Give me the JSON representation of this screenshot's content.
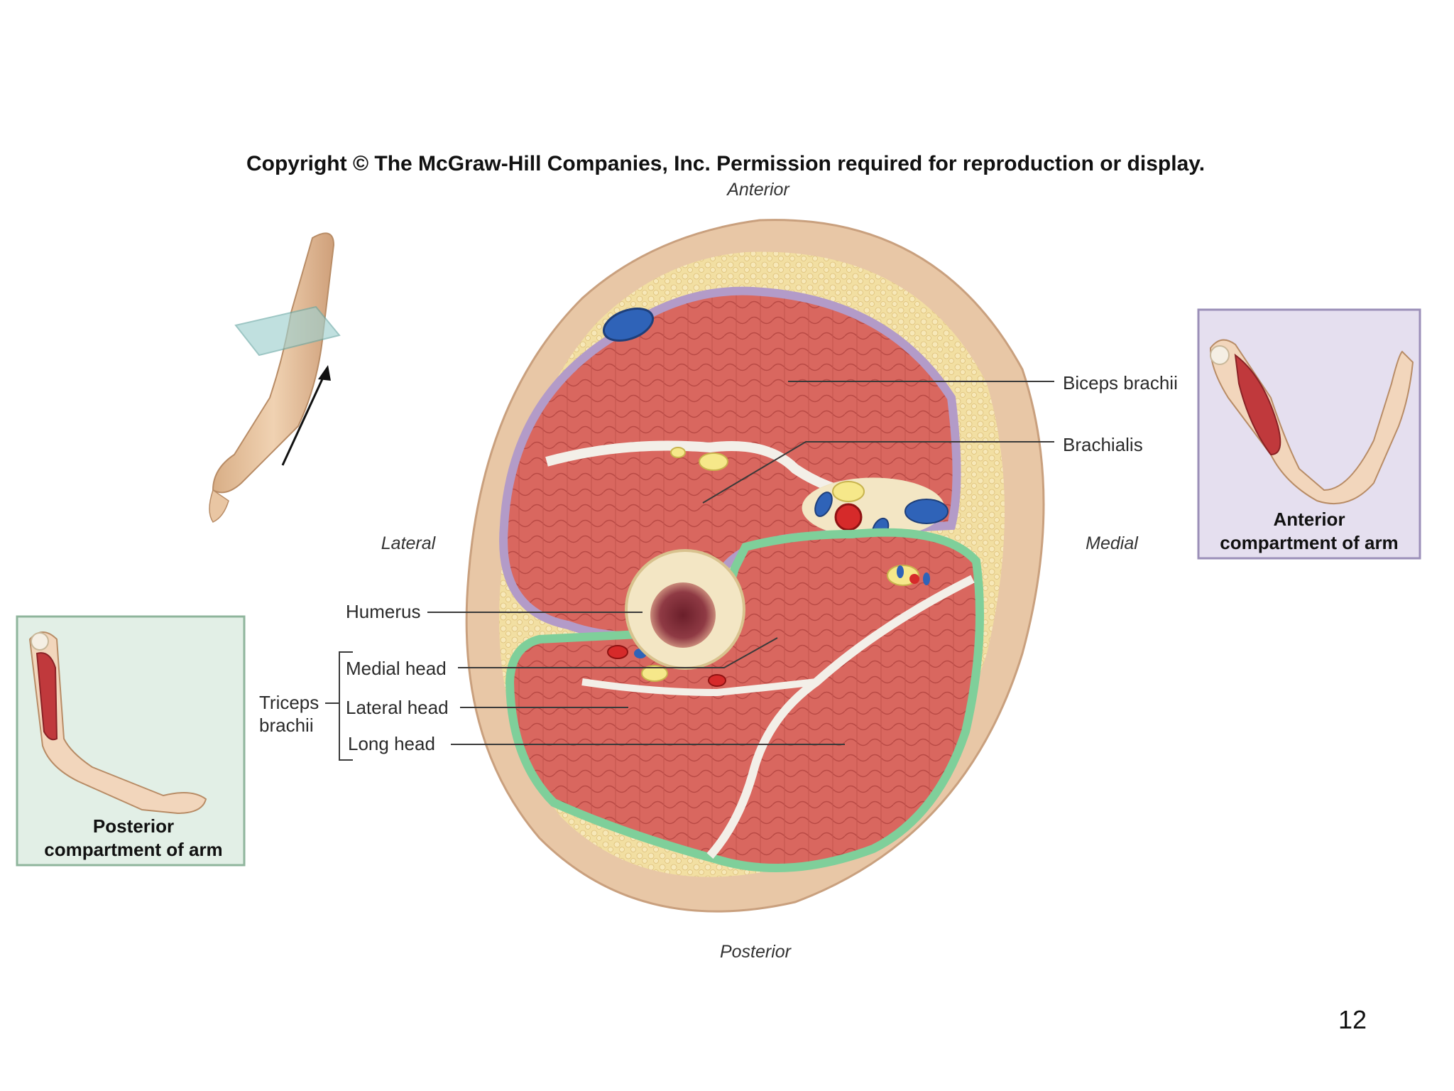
{
  "header": {
    "copyright": "Copyright © The McGraw-Hill Companies, Inc. Permission required for reproduction or display."
  },
  "orientation": {
    "anterior": "Anterior",
    "posterior": "Posterior",
    "lateral": "Lateral",
    "medial": "Medial"
  },
  "labels": {
    "biceps": "Biceps brachii",
    "brachialis": "Brachialis",
    "humerus": "Humerus",
    "triceps_line1": "Triceps",
    "triceps_line2": "brachii",
    "medial_head": "Medial head",
    "lateral_head": "Lateral head",
    "long_head": "Long  head"
  },
  "anterior_box": {
    "line1": "Anterior",
    "line2": "compartment of arm"
  },
  "posterior_box": {
    "line1": "Posterior",
    "line2": "compartment of arm"
  },
  "page_number": "12",
  "colors": {
    "anterior_boundary": "#b39bc8",
    "posterior_boundary": "#7fcf9a",
    "muscle": "#d9675f",
    "skin": "#e8c7a6",
    "fat": "#f0dda0",
    "vein": "#2f63b8",
    "artery": "#d62a2a",
    "nerve": "#f6e88a"
  }
}
